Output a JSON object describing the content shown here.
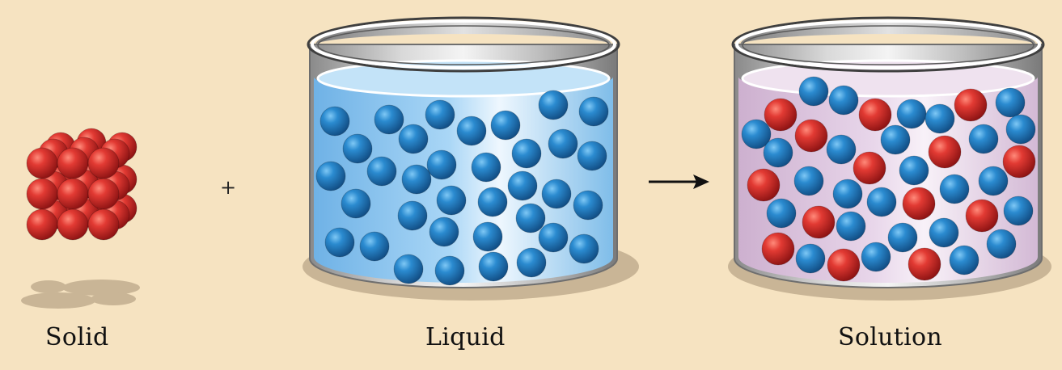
{
  "labels": {
    "solid": "Solid",
    "liquid": "Liquid",
    "solution": "Solution"
  },
  "operators": {
    "plus": "+"
  },
  "colors": {
    "background": "#f6e3c1",
    "solid_particle": "#d42a2a",
    "solvent_particle": "#1f7fc6",
    "liquid": "#8fc6ef",
    "solution": "#e6cfe6",
    "shadow": "#c9b596"
  }
}
